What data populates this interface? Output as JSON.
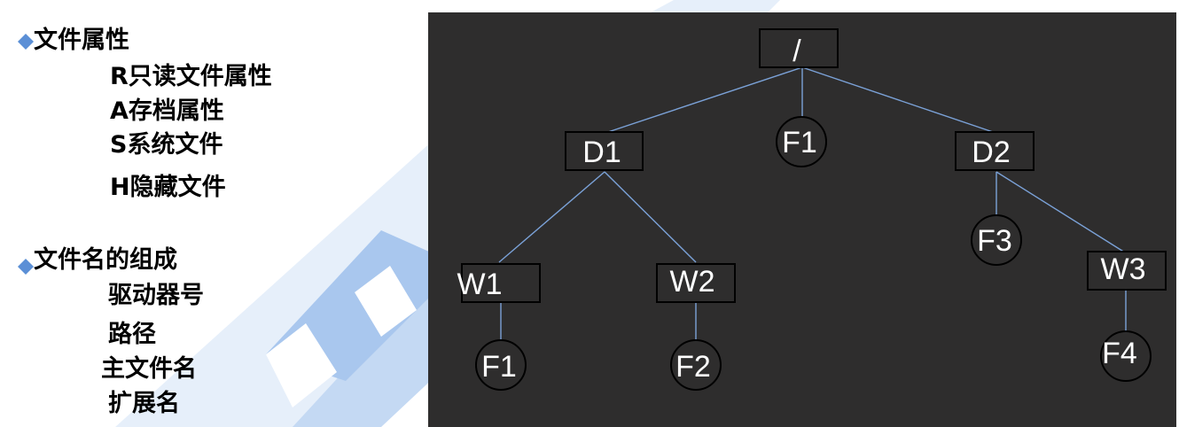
{
  "attrs": {
    "heading": "文件属性",
    "items": [
      "R只读文件属性",
      "A存档属性",
      "S系统文件",
      "H隐藏文件"
    ]
  },
  "name": {
    "heading": "文件名的组成",
    "items": [
      "驱动器号",
      "路径",
      "主文件名",
      "扩展名"
    ]
  },
  "colors": {
    "bullet": "#5b8fd6",
    "tree_background": "#2e2d2d",
    "edge": "#7ba2d8",
    "label": "#ffffff",
    "watermark": "#d9e7f8"
  },
  "tree": {
    "root": "/",
    "d1": "D1",
    "f1_top": "F1",
    "d2": "D2",
    "f3": "F3",
    "w1": "W1",
    "w2": "W2",
    "w3": "W3",
    "f1_bottom": "F1",
    "f2": "F2",
    "f4": "F4"
  }
}
